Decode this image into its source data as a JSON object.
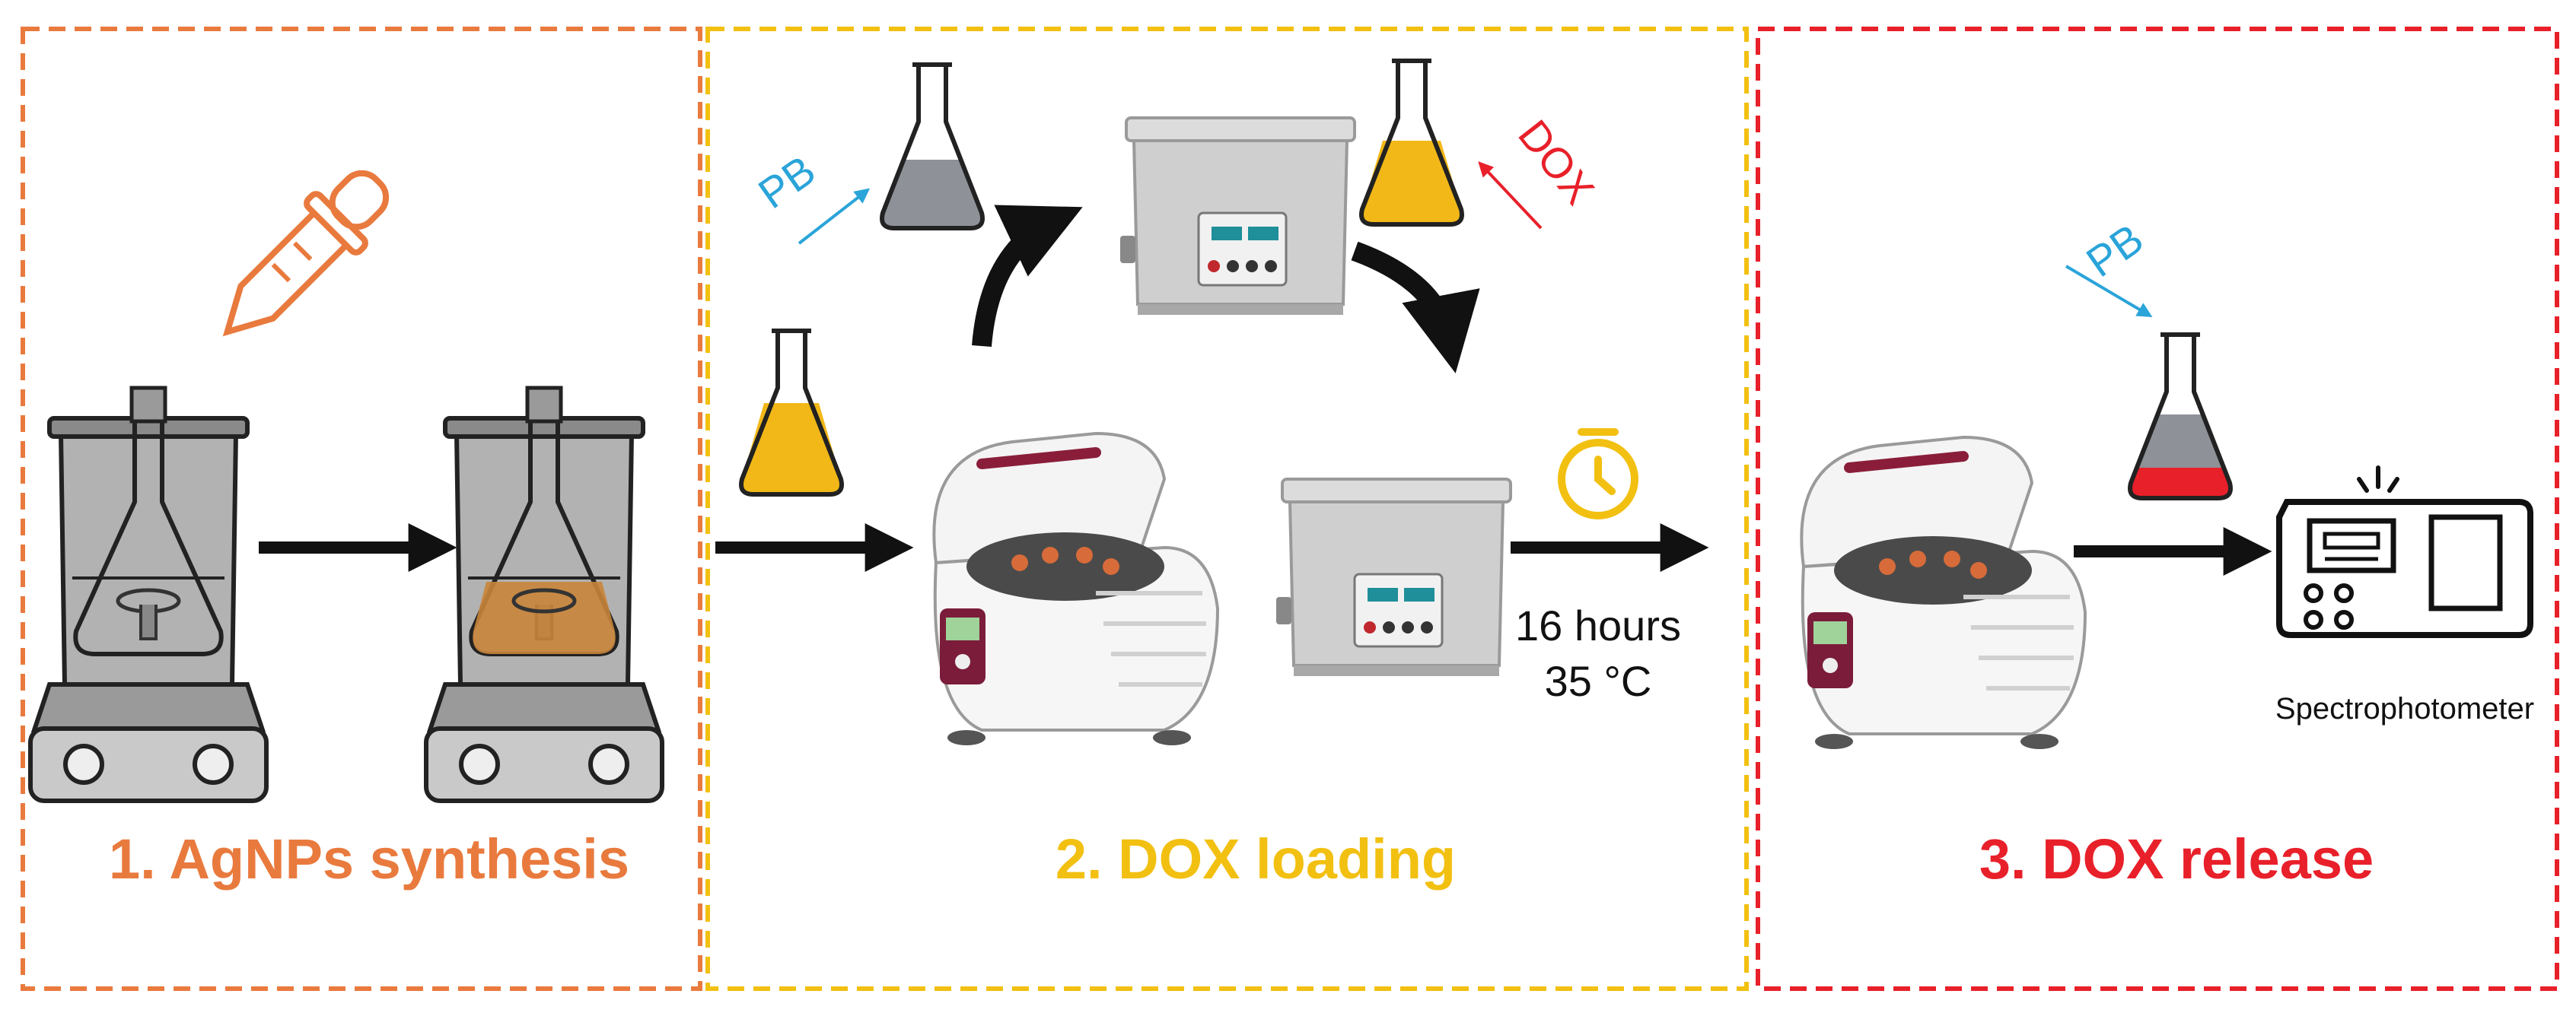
{
  "colors": {
    "panel1": "#E97A3E",
    "panel2": "#F2C011",
    "panel3": "#E8202A",
    "pb": "#2AA4D9",
    "dox": "#E8202A",
    "flask_yellow": "#F2B818",
    "flask_grey": "#8E9298",
    "liquid_brown": "#C9853A",
    "liquid_red": "#E8202A",
    "arrow": "#111111",
    "clock": "#F2C011"
  },
  "panels": [
    {
      "title": "1. AgNPs synthesis"
    },
    {
      "title": "2. DOX loading"
    },
    {
      "title": "3. DOX release"
    }
  ],
  "labels": {
    "pb_left": "PB",
    "dox": "DOX",
    "pb_right": "PB",
    "time": "16 hours",
    "temperature": "35 °C",
    "spectrophotometer": "Spectrophotometer"
  },
  "icons": [
    "dropper-icon",
    "hotplate-beaker-icon",
    "flask-icon",
    "ultrasonic-bath-icon",
    "centrifuge-icon",
    "clock-icon",
    "spectrophotometer-icon",
    "curved-arrow-icon"
  ]
}
